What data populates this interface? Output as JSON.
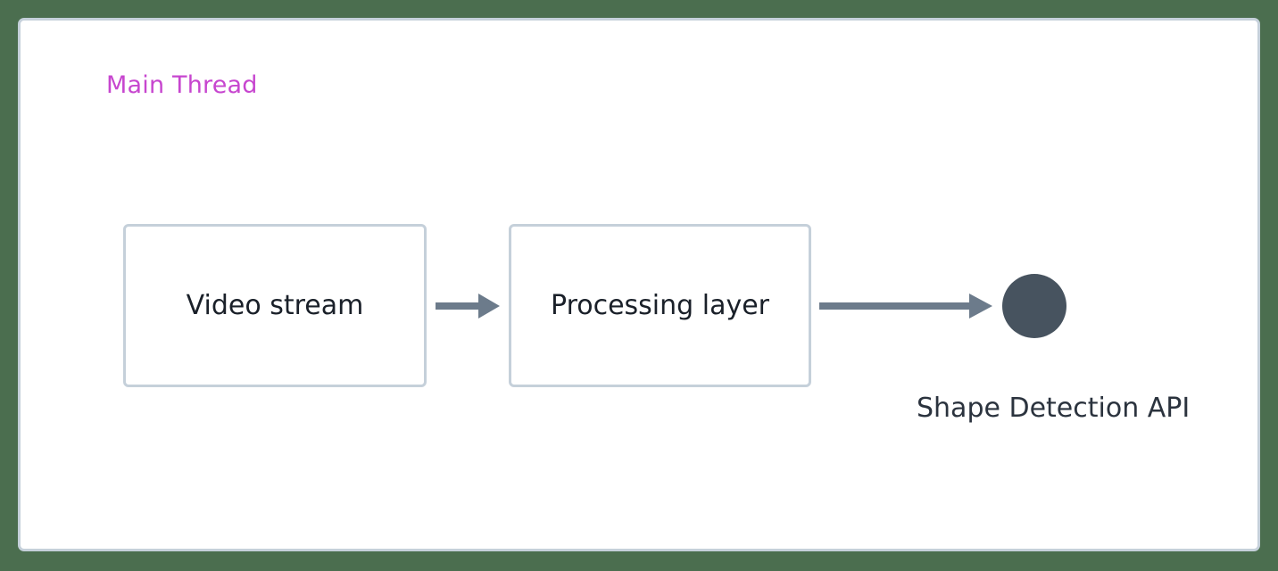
{
  "canvas": {
    "background_color": "#4b6e4f",
    "panel_background": "#ffffff",
    "panel_border_color": "#c5d0da"
  },
  "diagram": {
    "group": {
      "title": "Main Thread",
      "title_color": "#c746cf"
    },
    "nodes": [
      {
        "id": "video-stream",
        "label": "Video stream",
        "shape": "rectangle",
        "border_color": "#c5d0da",
        "text_color": "#1a2029"
      },
      {
        "id": "processing-layer",
        "label": "Processing layer",
        "shape": "rectangle",
        "border_color": "#c5d0da",
        "text_color": "#1a2029"
      },
      {
        "id": "shape-detection-api",
        "label": "Shape Detection API",
        "shape": "circle",
        "fill_color": "#47535f",
        "text_color": "#2b333e"
      }
    ],
    "edges": [
      {
        "id": "video-to-processing",
        "from": "video-stream",
        "to": "processing-layer",
        "style": "solid-arrow",
        "color": "#6c7b8b",
        "label": ""
      },
      {
        "id": "processing-to-api",
        "from": "processing-layer",
        "to": "shape-detection-api",
        "style": "solid-arrow",
        "color": "#6c7b8b",
        "label": ""
      }
    ]
  }
}
